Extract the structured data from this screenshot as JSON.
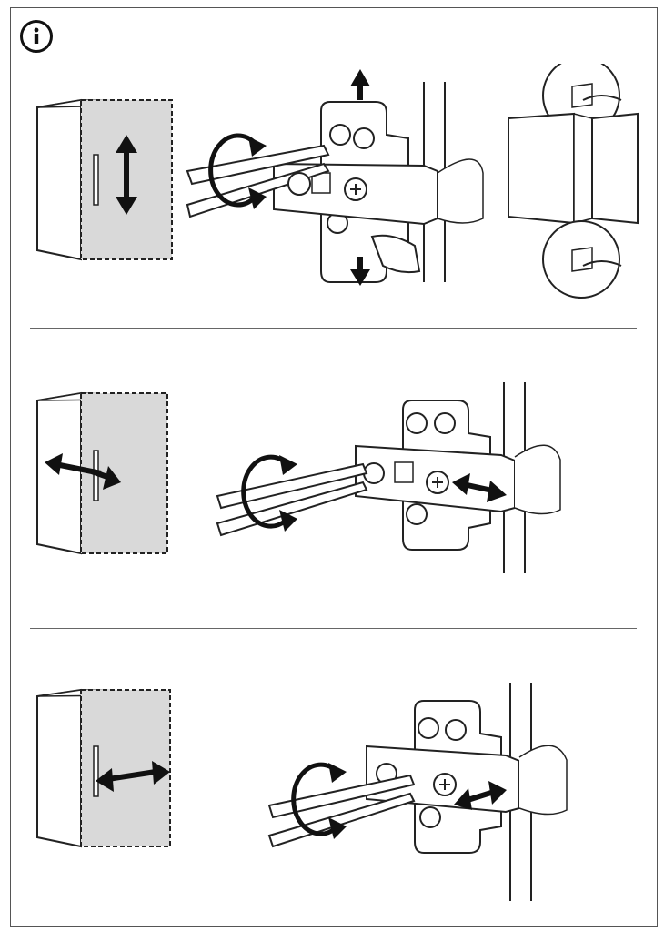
{
  "page": {
    "type": "assembly-instruction-sheet"
  },
  "info_badge": {
    "icon": "info-icon"
  },
  "steps": [
    {
      "id": "vertical",
      "adjustment": "up-down",
      "icon": "vertical-arrows-icon"
    },
    {
      "id": "depth",
      "adjustment": "in-out",
      "icon": "horizontal-arrows-icon"
    },
    {
      "id": "lateral",
      "adjustment": "left-right",
      "icon": "horizontal-arrows-icon"
    }
  ]
}
